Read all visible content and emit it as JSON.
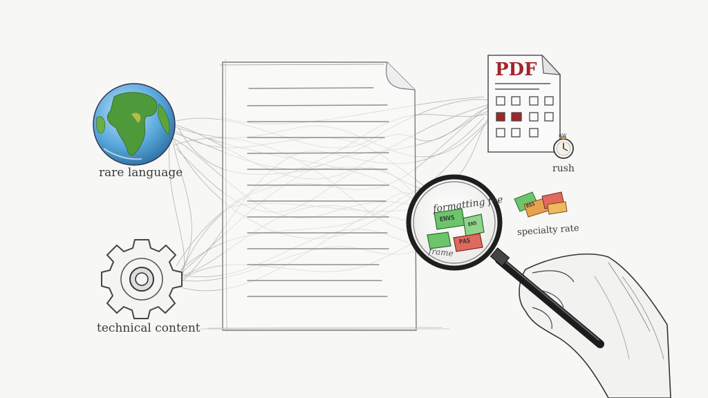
{
  "labels": {
    "rare_language": "rare language",
    "technical_content": "technical content",
    "rush": "rush",
    "specialty_rate": "specialty rate",
    "formatting_fee": "formatting fee",
    "frame": "frame",
    "pdf": "PDF",
    "clock_text": "aw"
  },
  "tickets": {
    "ticket_1": "ENVS",
    "ticket_2": "PAS",
    "ticket_3": "RSS",
    "ticket_4": "ENS"
  },
  "colors": {
    "pdf_red": "#a3252a",
    "ticket_green": "#6cc56a",
    "ticket_red": "#e06a5c",
    "ticket_orange": "#e8a24f",
    "globe_blue": "#4f9fd6",
    "globe_green": "#4e9a3a",
    "pencil": "#8a8a8a"
  },
  "icons": [
    "globe-icon",
    "gear-icon",
    "document-icon",
    "pdf-form-icon",
    "clock-icon",
    "magnifying-glass-icon",
    "hand-icon",
    "price-tag-icon"
  ]
}
